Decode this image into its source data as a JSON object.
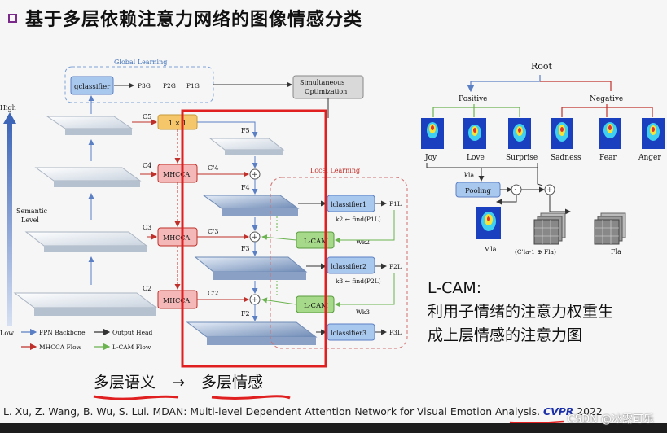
{
  "slide": {
    "title": "基于多层依赖注意力网络的图像情感分类",
    "summary_left": "多层语义",
    "summary_arrow": "→",
    "summary_right": "多层情感",
    "lcam_heading": "L-CAM:",
    "lcam_desc_line1": "利用子情绪的注意力权重生",
    "lcam_desc_line2": "成上层情感的注意力图",
    "citation_text": "L. Xu, Z. Wang, B. Wu, S. Lui. MDAN: Multi-level Dependent Attention Network for Visual Emotion Analysis.",
    "citation_venue": "CVPR",
    "citation_year": "2022",
    "watermark": "CSDN @冰露可乐"
  },
  "diagram": {
    "global_learning": "Global Learning",
    "local_learning": "Local Learning",
    "gclassifier": "gclassifier",
    "simultaneous": "Simultaneous",
    "optimization": "Optimization",
    "high": "High",
    "low": "Low",
    "semantic": "Semantic",
    "level": "Level",
    "one_by_one": "1 × 1",
    "mhcca": "MHCCA",
    "lcam": "L-CAM",
    "lclassifier1": "lclassifier1",
    "lclassifier2": "lclassifier2",
    "lclassifier3": "lclassifier3",
    "c5": "C5",
    "c4": "C4",
    "c3": "C3",
    "c2": "C2",
    "c4p": "C'4",
    "c3p": "C'3",
    "c2p": "C'2",
    "f5": "F5",
    "f4": "F4",
    "f3": "F3",
    "f2": "F2",
    "pg3": "P3G",
    "pg2": "P2G",
    "pg1": "P1G",
    "pl1": "P1L",
    "pl2": "P2L",
    "pl3": "P3L",
    "k2find": "k2 ← find(P1L)",
    "k3find": "k3 ← find(P2L)",
    "w2k": "Wk2",
    "w3k": "Wk3",
    "legend_fpn": "FPN Backbone",
    "legend_output": "Output Head",
    "legend_mhcca": "MHCCA Flow",
    "legend_lcam": "L-CAM Flow"
  },
  "tree": {
    "root": "Root",
    "positive": "Positive",
    "negative": "Negative",
    "leaves": [
      "Joy",
      "Love",
      "Surprise",
      "Sadness",
      "Fear",
      "Anger"
    ],
    "kla": "kla",
    "pooling": "Pooling",
    "m_label": "Mla",
    "concat_label": "(C'la-1 ⊕ Fla)",
    "f_label": "Fla"
  },
  "colors": {
    "accent_red": "#e02020",
    "blue_box": "#a9c8ee",
    "pink_box": "#f4b8b8",
    "green_box": "#a7d98a",
    "orange_box": "#f6c66b",
    "purple_bullet": "#7b2a8c"
  }
}
